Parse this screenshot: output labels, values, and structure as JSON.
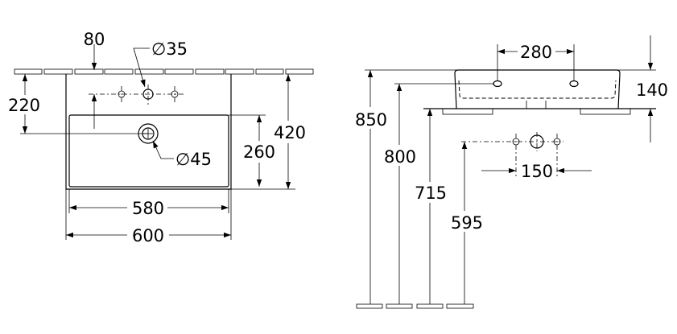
{
  "front_view": {
    "dim_80": "80",
    "dim_220": "220",
    "dim_260": "260",
    "dim_420": "420",
    "dim_580": "580",
    "dim_600": "600",
    "tap_hole_diameter": "∅35",
    "waste_diameter": "∅45"
  },
  "side_view": {
    "dim_280": "280",
    "dim_140": "140",
    "dim_850": "850",
    "dim_800": "800",
    "dim_715": "715",
    "dim_595": "595",
    "dim_150": "150"
  }
}
